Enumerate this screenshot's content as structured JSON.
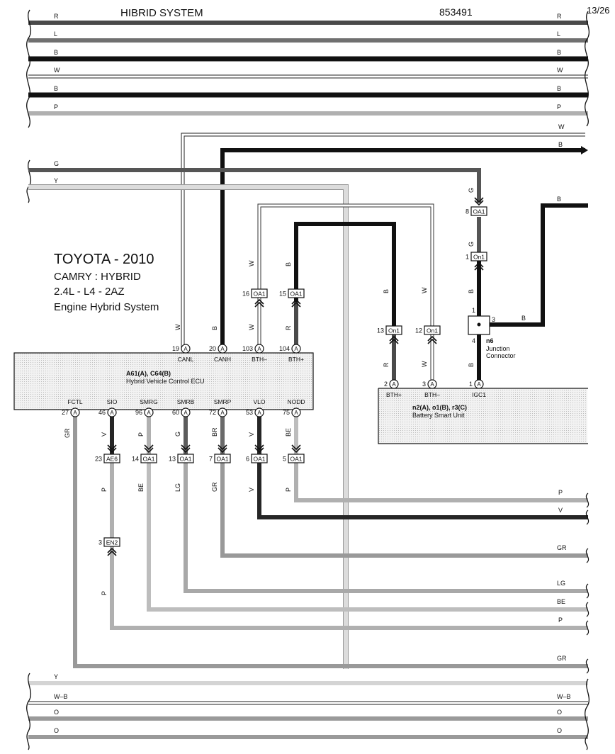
{
  "header": {
    "title": "HIBRID SYSTEM",
    "code": "853491",
    "page": "13/26"
  },
  "info": {
    "line1": "TOYOTA - 2010",
    "line2": "CAMRY : HYBRID",
    "line3": "2.4L - L4 - 2AZ",
    "line4": "Engine Hybrid System"
  },
  "colors": {
    "B": "#111111",
    "R": "#4a4a4a",
    "L": "#707070",
    "W": "#ffffff",
    "P": "#b0b0b0",
    "G": "#5c5c5c",
    "Y": "#d4d4d4",
    "V": "#262626",
    "GR": "#999999",
    "LG": "#a8a8a8",
    "BE": "#bdbdbd",
    "BR": "#6a6a6a",
    "WB": "#ffffff",
    "O": "#9a9a9a"
  },
  "bus_top": [
    {
      "left": "R",
      "right": "R"
    },
    {
      "left": "L",
      "right": "L"
    },
    {
      "left": "B",
      "right": "B"
    },
    {
      "left": "W",
      "right": "W"
    },
    {
      "left": "B",
      "right": "B"
    },
    {
      "left": "P",
      "right": "P"
    }
  ],
  "bus_bottom": [
    {
      "left": "Y",
      "right": ""
    },
    {
      "left": "W–B",
      "right": "W–B"
    },
    {
      "left": "O",
      "right": "O"
    },
    {
      "left": "O",
      "right": "O"
    }
  ],
  "wire_labels": {
    "w_in": "W",
    "b_in": "B",
    "g_in": "G",
    "y_in": "Y",
    "b_right": "B",
    "canl": "W",
    "canh": "B",
    "bthm_up": "W",
    "bthm_dn": "W",
    "bthp_up": "B",
    "bthp_dn": "R",
    "n_bthp_up": "B",
    "n_bthp_dn": "R",
    "n_bthm_up": "W",
    "n_bthm_dn": "W",
    "g8": "G",
    "g1": "G",
    "b_igc": "B",
    "b_igc2": "B",
    "b_j3": "B",
    "sio_up": "V",
    "sio_mid": "P",
    "sio_dn": "P",
    "smrg_up": "P",
    "smrg_dn": "BE",
    "smrb_up": "G",
    "smrb_dn": "LG",
    "smrp_up": "BR",
    "smrp_dn": "GR",
    "vlo_up": "V",
    "vlo_dn": "V",
    "nodd_up": "BE",
    "nodd_dn": "P",
    "fctl": "GR",
    "out_p1": "P",
    "out_v": "V",
    "out_gr": "GR",
    "out_lg": "LG",
    "out_be": "BE",
    "out_p2": "P",
    "out_gr2": "GR"
  },
  "ecu": {
    "name": "Hybrid Vehicle Control ECU",
    "codes": "A61(A), C64(B)",
    "pins_top": [
      {
        "num": "19",
        "conn": "A",
        "sig": "CANL"
      },
      {
        "num": "20",
        "conn": "A",
        "sig": "CANH"
      },
      {
        "num": "103",
        "conn": "A",
        "sig": "BTH–"
      },
      {
        "num": "104",
        "conn": "A",
        "sig": "BTH+"
      }
    ],
    "pins_bottom": [
      {
        "num": "27",
        "conn": "A",
        "sig": "FCTL"
      },
      {
        "num": "46",
        "conn": "A",
        "sig": "SIO"
      },
      {
        "num": "96",
        "conn": "A",
        "sig": "SMRG"
      },
      {
        "num": "60",
        "conn": "A",
        "sig": "SMRB"
      },
      {
        "num": "72",
        "conn": "A",
        "sig": "SMRP"
      },
      {
        "num": "53",
        "conn": "A",
        "sig": "VLO"
      },
      {
        "num": "75",
        "conn": "A",
        "sig": "NODD"
      }
    ]
  },
  "battery": {
    "name": "Battery Smart Unit",
    "codes": "n2(A), o1(B), r3(C)",
    "pins": [
      {
        "num": "2",
        "conn": "A",
        "sig": "BTH+"
      },
      {
        "num": "3",
        "conn": "A",
        "sig": "BTH–"
      },
      {
        "num": "1",
        "conn": "A",
        "sig": "IGC1"
      }
    ]
  },
  "junction": {
    "id": "n6",
    "name": "Junction Connector",
    "pin1": "1",
    "pin3": "3",
    "pin4": "4"
  },
  "connectors": {
    "c_16": {
      "num": "16",
      "label": "OA1"
    },
    "c_15": {
      "num": "15",
      "label": "OA1"
    },
    "c_13": {
      "num": "13",
      "label": "On1"
    },
    "c_12": {
      "num": "12",
      "label": "On1"
    },
    "c_8": {
      "num": "8",
      "label": "OA1"
    },
    "c_1": {
      "num": "1",
      "label": "On1"
    },
    "c_23": {
      "num": "23",
      "label": "AE6"
    },
    "c_14": {
      "num": "14",
      "label": "OA1"
    },
    "c_13b": {
      "num": "13",
      "label": "OA1"
    },
    "c_7": {
      "num": "7",
      "label": "OA1"
    },
    "c_6": {
      "num": "6",
      "label": "OA1"
    },
    "c_5": {
      "num": "5",
      "label": "OA1"
    },
    "c_3": {
      "num": "3",
      "label": "EN2"
    }
  }
}
